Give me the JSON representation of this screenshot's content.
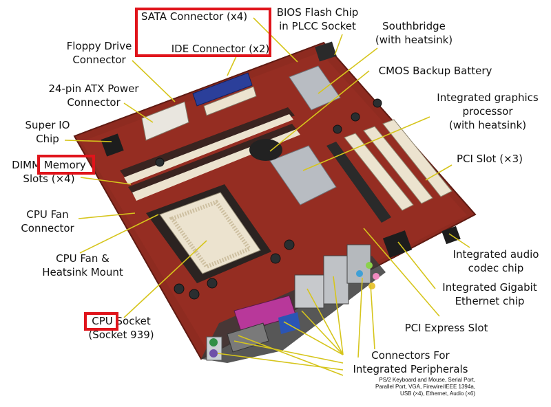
{
  "labels": {
    "sata": [
      "SATA Connector (x4)"
    ],
    "bios": [
      "BIOS Flash Chip",
      "in PLCC Socket"
    ],
    "southbridge": [
      "Southbridge",
      "(with heatsink)"
    ],
    "floppy": [
      "Floppy Drive",
      "Connector"
    ],
    "ide": [
      "IDE Connector (x2)"
    ],
    "cmos": [
      "CMOS Backup Battery"
    ],
    "atx": [
      "24-pin ATX Power",
      "Connector"
    ],
    "igp": [
      "Integrated graphics",
      "processor",
      "(with heatsink)"
    ],
    "superio": [
      "Super IO",
      "Chip"
    ],
    "dimm": [
      "DIMM Memory",
      "Slots (×4)"
    ],
    "pci": [
      "PCI Slot (×3)"
    ],
    "cpufan": [
      "CPU Fan",
      "Connector"
    ],
    "heatsink": [
      "CPU Fan &",
      "Heatsink Mount"
    ],
    "audio": [
      "Integrated audio",
      "codec chip"
    ],
    "ethernet": [
      "Integrated Gigabit",
      "Ethernet chip"
    ],
    "socket": [
      "CPU Socket",
      "(Socket 939)"
    ],
    "pcie": [
      "PCI Express Slot"
    ],
    "peripherals": [
      "Connectors For",
      "Integrated Peripherals"
    ]
  },
  "footnote": [
    "PS/2 Keyboard and Mouse, Serial Port,",
    "Parallel Port, VGA, Firewire/IEEE 1394a,",
    "USB (×4), Ethernet, Audio (×6)"
  ],
  "colors": {
    "board": "#8e2b20",
    "board_dark": "#5e1a12",
    "leader_line": "#d6c51c",
    "highlight": "#e0141b",
    "slot_cream": "#ece3cf",
    "ide_blue": "#2b3f9a",
    "heatsink": "#b8bcc2"
  }
}
